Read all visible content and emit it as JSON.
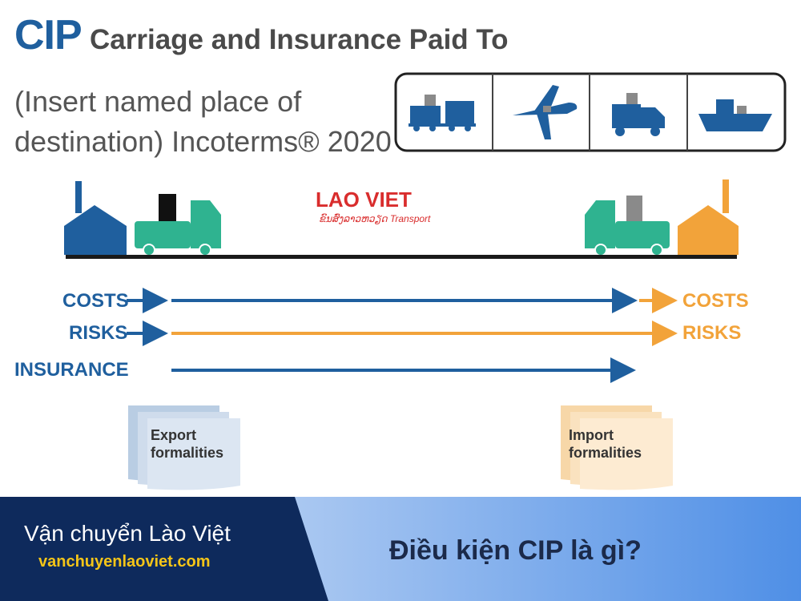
{
  "title": {
    "abbr": "CIP",
    "full": "Carriage and Insurance Paid To"
  },
  "subtitle": "(Insert named place of\ndestination) Incoterms® 2020",
  "transport_modes": [
    "rail-icon",
    "airplane-icon",
    "truck-icon",
    "ship-icon"
  ],
  "logo": {
    "main": "LAO VIET",
    "sub": "ຂົນສົ່ງລາວຫວຽດ Transport"
  },
  "rows": {
    "costs_left": "COSTS",
    "costs_right": "COSTS",
    "risks_left": "RISKS",
    "risks_right": "RISKS",
    "insurance": "INSURANCE"
  },
  "documents": {
    "export": "Export\nformalities",
    "import": "Import\nformalities"
  },
  "footer": {
    "brand": "Vận chuyển Lào Việt",
    "url": "vanchuyenlaoviet.com",
    "heading": "Điều kiện CIP là gì?"
  },
  "colors": {
    "blue": "#1f5f9e",
    "orange": "#f2a33a",
    "teal": "#2fb390",
    "navy": "#0e2a5c"
  }
}
